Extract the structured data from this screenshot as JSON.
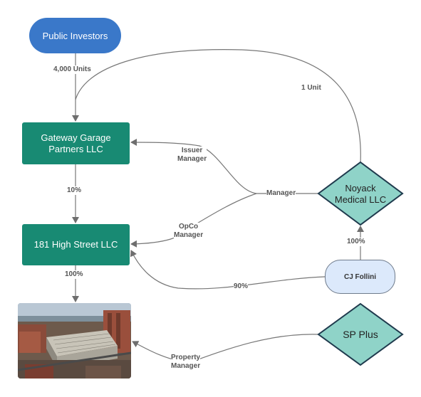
{
  "nodes": {
    "public_investors": "Public Investors",
    "gateway_line1": "Gateway Garage",
    "gateway_line2": "Partners LLC",
    "high_street": "181 High Street LLC",
    "noyack_line1": "Noyack",
    "noyack_line2": "Medical LLC",
    "cj_follini": "CJ Follini",
    "sp_plus": "SP Plus"
  },
  "edges": {
    "units_4000": "4,000 Units",
    "unit_1": "1 Unit",
    "pct_10": "10%",
    "pct_100_noyack": "100%",
    "pct_100_property": "100%",
    "pct_90": "90%",
    "issuer_line1": "Issuer",
    "issuer_line2": "Manager",
    "manager": "Manager",
    "opco_line1": "OpCo",
    "opco_line2": "Manager",
    "property_line1": "Property",
    "property_line2": "Manager"
  },
  "colors": {
    "public_investors": "#3a78c9",
    "llc_boxes": "#188a73",
    "diamonds_fill": "#8fd3c8",
    "diamonds_border": "#1f3a4d",
    "follini_fill": "#dce9fb",
    "connector": "#777777"
  },
  "icons": {
    "property_photo": "parking-garage-aerial-photo"
  }
}
